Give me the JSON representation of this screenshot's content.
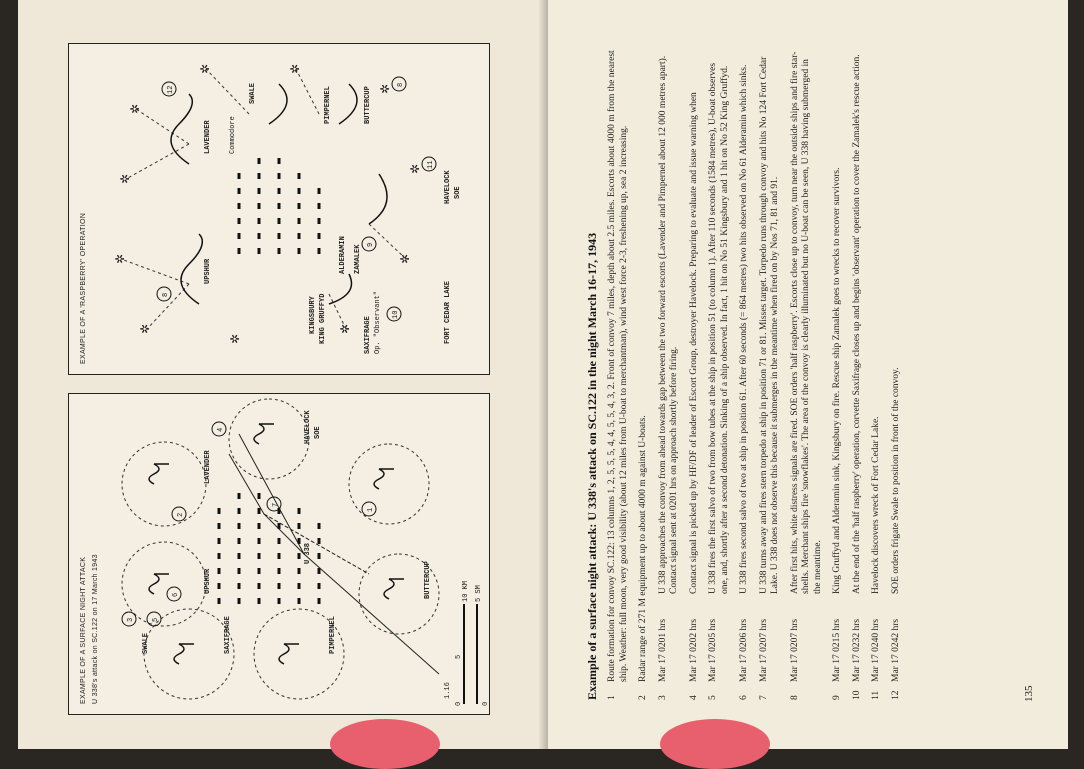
{
  "left_page": {
    "map1": {
      "title": "EXAMPLE OF A SURFACE NIGHT ATTACK",
      "subtitle": "U 338's attack on SC.122 on 17 March 1943",
      "labels": {
        "saxifrage": "SAXIFRAGE",
        "upshur": "UPSHUR",
        "lavender": "LAVENDER",
        "u338": "U 338",
        "pimpernel": "PIMPERNEL",
        "swale": "SWALE",
        "havelock": "HAVELOCK",
        "soe": "SOE",
        "buttercup": "BUTTERCUP",
        "course": "1.16",
        "scale_km": "10 KM",
        "scale_sm": "5 SM",
        "scale_0a": "0",
        "scale_5a": "5",
        "scale_0b": "0"
      },
      "markers": [
        "1",
        "2",
        "3",
        "4",
        "5",
        "6",
        "7"
      ]
    },
    "map2": {
      "title": "EXAMPLE OF A 'RASPBERRY' OPERATION",
      "labels": {
        "upshur": "UPSHUR",
        "lavender": "LAVENDER",
        "commodore": "Commodore",
        "swale": "SWALE",
        "pimpernel": "PIMPERNEL",
        "buttercup": "BUTTERCUP",
        "kingsbury": "KINGSBURY",
        "king_gruffyd": "KING GRUFFYD",
        "alderamin": "ALDERAMIN",
        "zamalek": "ZAMALEK",
        "saxifrage": "SAXIFRAGE",
        "observant": "Op. \"Observant\"",
        "fort_cedar_lake": "FORT CEDAR LAKE",
        "havelock": "HAVELOCK",
        "soe": "SOE"
      },
      "markers": [
        "8",
        "9",
        "10",
        "11",
        "12",
        "8"
      ]
    }
  },
  "right_page": {
    "heading": "Example of a surface night attack: U 338's attack on SC.122 in the night March 16-17, 1943",
    "entries": [
      {
        "num": "1",
        "time": "",
        "text": "Route formation for convoy SC.122: 13 columns 1, 2, 5, 5, 5, 4, 4, 5, 5, 4, 3, 2. Front of convoy 7 miles, depth about 2.5 miles. Escorts about 4000 m from the nearest ship. Weather: full moon, very good visibility (about 12 miles from U-boat to merchantman), wind west force 2-3, freshening up, sea 2 increasing."
      },
      {
        "num": "2",
        "time": "",
        "text": "Radar range of 271 M equipment up to about 4000 m against U-boats."
      },
      {
        "num": "3",
        "time": "Mar 17 0201 hrs",
        "text": "U 338 approaches the convoy from ahead towards gap between the two forward escorts (Lavender and Pimpernel about 12 000 metres apart). Contact signal sent at 0201 hrs on approach shortly before firing."
      },
      {
        "num": "4",
        "time": "Mar 17 0202 hrs",
        "text": "Contact signal is picked up by HF/DF of leader of Escort Group, destroyer Havelock. Preparing to evaluate and issue warning when"
      },
      {
        "num": "5",
        "time": "Mar 17 0205 hrs",
        "text": "U 338 fires the first salvo of two from bow tubes at the ship in position 51 (to column 1). After 110 seconds (1584 metres), U-boat observes one, and, shortly after a second detonation. Sinking of a ship observed. In fact, 1 hit on No 51 Kingsbury and 1 hit on No 52 King Gruffyd."
      },
      {
        "num": "6",
        "time": "Mar 17 0206 hrs",
        "text": "U 338 fires second salvo of two at ship in position 61. After 60 seconds (= 864 metres) two hits observed on No 61 Alderamin which sinks."
      },
      {
        "num": "7",
        "time": "Mar 17 0207 hrs",
        "text": "U 338 turns away and fires stern torpedo at ship in position 71 or 81. Misses target. Torpedo runs through convoy and hits No 124 Fort Cedar Lake. U 338 does not observe this because it submerges in the meantime when fired on by Nos 71, 81 and 91."
      },
      {
        "num": "8",
        "time": "Mar 17 0207 hrs",
        "text": "After first hits, white distress signals are fired. SOE orders 'half raspberry'. Escorts close up to convoy, turn near the outside ships and fire star-shells. Merchant ships fire 'snowflakes'. The area of the convoy is clearly illuminated but no U-boat can be seen, U 338 having submerged in the meantime."
      },
      {
        "num": "9",
        "time": "Mar 17 0215 hrs",
        "text": "King Gruffyd and Alderamin sink, Kingsbury on fire. Rescue ship Zamalek goes to wrecks to recover survivors."
      },
      {
        "num": "10",
        "time": "Mar 17 0232 hrs",
        "text": "At the end of the 'half raspberry' operation, corvette Saxifrage closes up and begins 'observant' operation to cover the Zamalek's rescue action."
      },
      {
        "num": "11",
        "time": "Mar 17 0240 hrs",
        "text": "Havelock discovers wreck of Fort Cedar Lake."
      },
      {
        "num": "12",
        "time": "Mar 17 0242 hrs",
        "text": "SOE orders frigate Swale to position in front of the convoy."
      }
    ],
    "page_number": "135"
  }
}
